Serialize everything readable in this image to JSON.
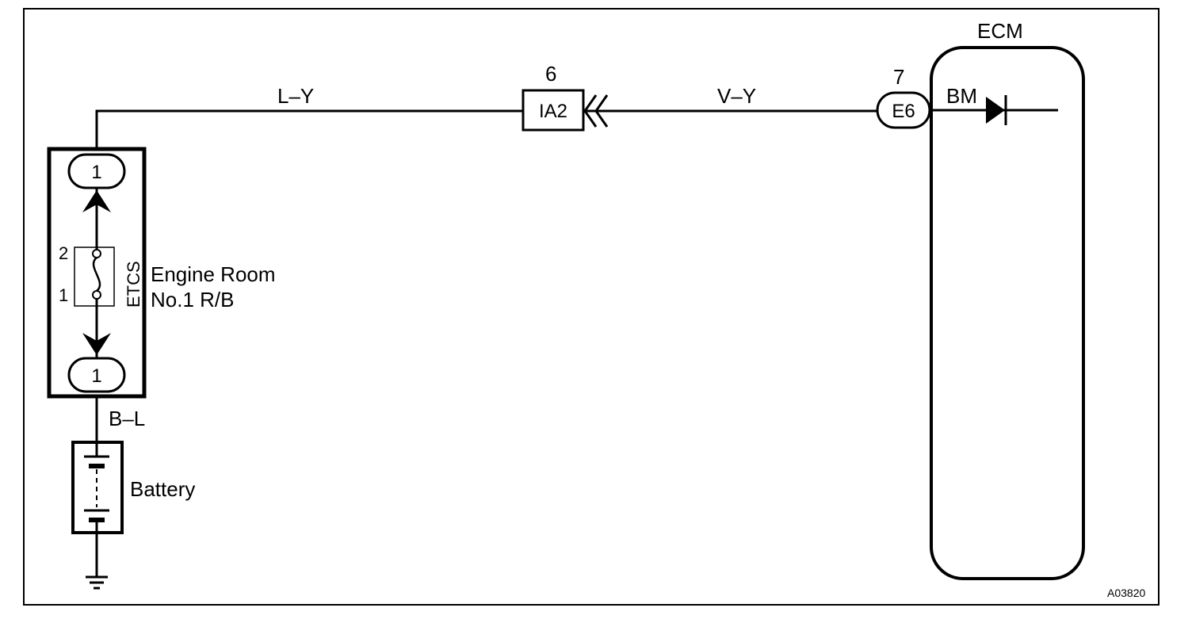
{
  "diagram": {
    "wires": {
      "top_left": "L–Y",
      "top_right": "V–Y",
      "battery_lead": "B–L"
    },
    "connector_ia2": {
      "pin": "6",
      "name": "IA2"
    },
    "connector_e6": {
      "pin": "7",
      "name": "E6"
    },
    "relay_block": {
      "top_terminal": "1",
      "bottom_terminal": "1",
      "fuse_pin_top": "2",
      "fuse_pin_bottom": "1",
      "fuse_name": "ETCS",
      "name_line1": "Engine Room",
      "name_line2": "No.1 R/B"
    },
    "battery": {
      "label": "Battery"
    },
    "ecm": {
      "title": "ECM",
      "terminal": "BM"
    },
    "figure_id": "A03820"
  }
}
